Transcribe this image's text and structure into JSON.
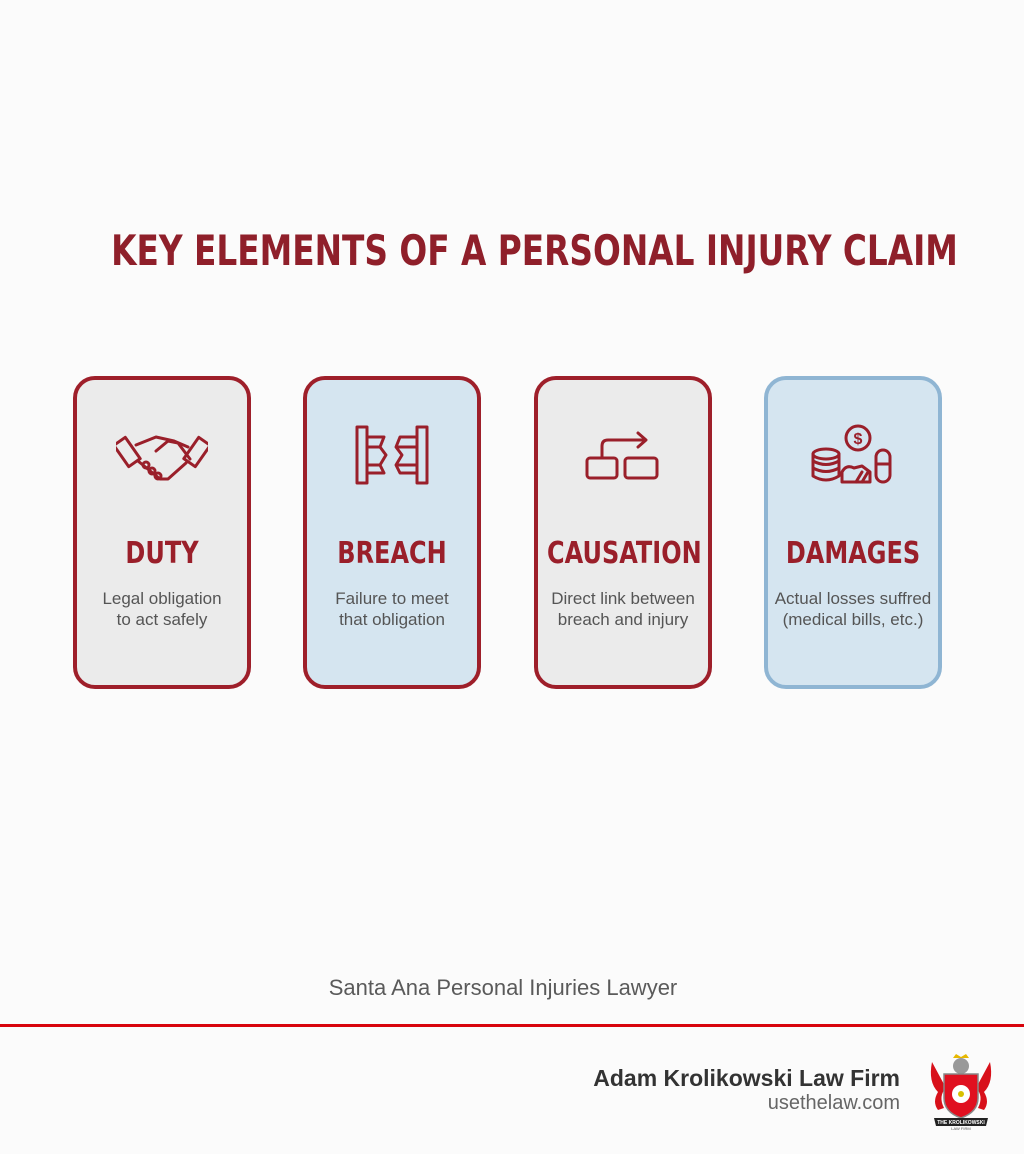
{
  "title": "KEY ELEMENTS OF A PERSONAL INJURY CLAIM",
  "cards": [
    {
      "title": "DUTY",
      "desc_line1": "Legal obligation",
      "desc_line2": "to act safely",
      "icon": "handshake-icon",
      "background": "#ebebeb",
      "border": "#9e1f2a"
    },
    {
      "title": "BREACH",
      "desc_line1": "Failure to meet",
      "desc_line2": "that obligation",
      "icon": "broken-barrier-icon",
      "background": "#d5e5f0",
      "border": "#9e1f2a"
    },
    {
      "title": "CAUSATION",
      "desc_line1": "Direct link between",
      "desc_line2": "breach and injury",
      "icon": "link-arrow-icon",
      "background": "#ebebeb",
      "border": "#9e1f2a"
    },
    {
      "title": "DAMAGES",
      "desc_line1": "Actual losses suffred",
      "desc_line2": "(medical bills, etc.)",
      "icon": "money-medical-icon",
      "background": "#d5e5f0",
      "border": "#8fb5d3"
    }
  ],
  "footer": {
    "subtitle": "Santa Ana Personal Injuries Lawyer",
    "firm_name": "Adam Krolikowski Law Firm",
    "firm_url": "usethelaw.com",
    "logo_banner": "THE KROLIKOWSKI",
    "logo_sub": "LAW FIRM"
  },
  "colors": {
    "accent": "#9e1f2a",
    "rule": "#d8040c",
    "blue_card": "#d5e5f0",
    "gray_card": "#ebebeb"
  }
}
